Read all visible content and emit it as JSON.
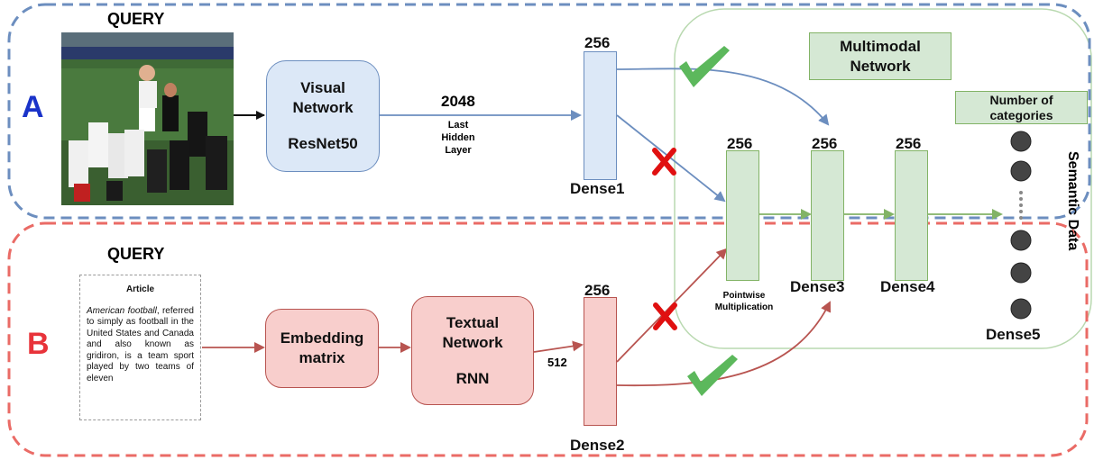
{
  "section_a": {
    "letter": "A",
    "query_label": "QUERY",
    "visual_network": {
      "line1": "Visual",
      "line2": "Network",
      "line3": "ResNet50"
    },
    "dim_2048": "2048",
    "last_hidden_layer": {
      "line1": "Last",
      "line2": "Hidden",
      "line3": "Layer"
    },
    "dense1": {
      "dim": "256",
      "label": "Dense1"
    }
  },
  "section_b": {
    "letter": "B",
    "query_label": "QUERY",
    "article": {
      "title": "Article",
      "body_italic": "American football",
      "body_rest": ", referred to simply as football in the United States and Canada and also known as gridiron, is a team sport played by two teams of eleven"
    },
    "embedding_matrix": {
      "line1": "Embedding",
      "line2": "matrix"
    },
    "textual_network": {
      "line1": "Textual",
      "line2": "Network",
      "line3": "RNN"
    },
    "dim_512": "512",
    "dense2": {
      "dim": "256",
      "label": "Dense2"
    }
  },
  "multimodal": {
    "title_line1": "Multimodal",
    "title_line2": "Network",
    "pointwise": {
      "line1": "Pointwise",
      "line2": "Multiplication"
    },
    "dense3": {
      "dim": "256",
      "label": "Dense3"
    },
    "dense4": {
      "dim": "256",
      "label": "Dense4"
    },
    "dense5": {
      "label": "Dense5"
    },
    "number_of_categories": {
      "line1": "Number of",
      "line2": "categories"
    },
    "semantic_data": "Semantic Data",
    "pointwise_dim": "256"
  },
  "colors": {
    "blue_region": "#6c8ebf",
    "red_region": "#ea6b66",
    "green_region": "#82b366",
    "blue_fill": "#dce8f7",
    "red_fill": "#f8cecc",
    "green_fill": "#d5e8d4",
    "letter_a": "#1a33c9",
    "letter_b": "#e8333a",
    "check": "#5cb85c",
    "cross": "#e01010"
  },
  "icons": {
    "check": "check-icon",
    "cross": "cross-icon",
    "photo": "rugby-photo"
  }
}
